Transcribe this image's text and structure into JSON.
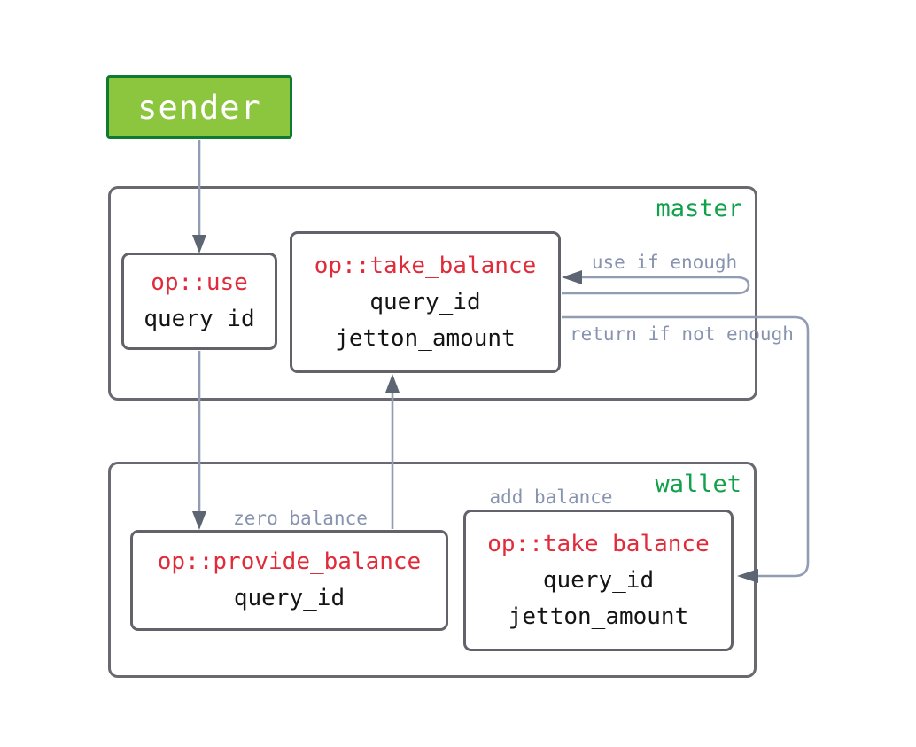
{
  "colors": {
    "sender_fill": "#8cc63e",
    "sender_border": "#0e7a32",
    "green_label": "#12a14b",
    "op_red": "#e12b3a",
    "field_text": "#141414",
    "container_border": "#696971",
    "box_border": "#62626a",
    "connector_line": "#929cb2",
    "connector_label": "#8793af",
    "arrowhead": "#5d6573",
    "canvas_bg": "#ffffff"
  },
  "sender": {
    "label": "sender"
  },
  "master": {
    "label": "master",
    "use_box": {
      "title": "op::use",
      "fields": [
        "query_id"
      ]
    },
    "take_box": {
      "title": "op::take_balance",
      "fields": [
        "query_id",
        "jetton_amount"
      ]
    }
  },
  "wallet": {
    "label": "wallet",
    "provide_box": {
      "title": "op::provide_balance",
      "fields": [
        "query_id"
      ]
    },
    "take_box": {
      "title": "op::take_balance",
      "fields": [
        "query_id",
        "jetton_amount"
      ]
    }
  },
  "edges": {
    "use_if_enough": "use if enough",
    "return_if_not_enough": "return if not enough",
    "zero_balance": "zero balance",
    "add_balance": "add balance"
  }
}
